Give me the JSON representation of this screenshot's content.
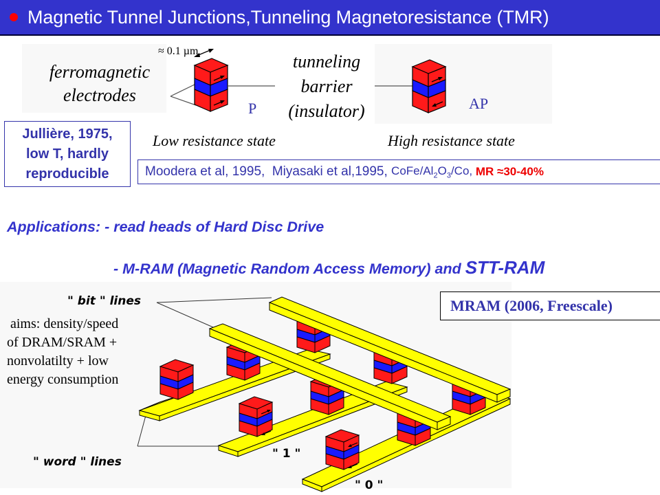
{
  "slide": {
    "title": "Magnetic Tunnel Junctions,Tunneling Magnetoresistance (TMR)",
    "colors": {
      "title_bg": "#3333cc",
      "bullet": "#ff0000",
      "text_blue": "#3333aa",
      "accent_red": "#ee0000",
      "layer_red": "#ff1a1a",
      "layer_blue": "#1a1aff",
      "line_yellow": "#ffff00"
    }
  },
  "mtj_diagram": {
    "size_label": "≈ 0.1 µm",
    "electrodes_label": [
      "ferromagnetic",
      "electrodes"
    ],
    "barrier_label": [
      "tunneling",
      "barrier",
      "(insulator)"
    ],
    "parallel": {
      "label": "P",
      "state": "Low resistance state",
      "top_arrow": "right",
      "bottom_arrow": "right"
    },
    "antiparallel": {
      "label": "AP",
      "state": "High resistance state",
      "top_arrow": "right",
      "bottom_arrow": "left"
    }
  },
  "history": {
    "julliere": [
      "Jullière, 1975,",
      "low T, hardly",
      "reproducible"
    ],
    "moodera": {
      "part1": "Moodera et al, 1995,  Miyasaki et al,1995, ",
      "material_a": "CoFe/Al",
      "sub1": "2",
      "material_b": "O",
      "sub2": "3",
      "material_c": "/Co, ",
      "mr": "MR ≈30-40%"
    }
  },
  "applications": {
    "line1": "Applications: - read heads of Hard Disc Drive",
    "line2_a": "- M-RAM (Magnetic Random Access Memory) and ",
    "line2_b": "STT-RAM"
  },
  "mram": {
    "badge": "MRAM (2006, Freescale)",
    "aims": [
      "aims: density/speed",
      "of DRAM/SRAM +",
      "nonvolatilty + low",
      "energy consumption"
    ],
    "bit_lines_label": "\" bit \" lines",
    "word_lines_label": "\" word \" lines",
    "state_one_label": "\" 1 \"",
    "state_zero_label": "\" 0 \""
  }
}
